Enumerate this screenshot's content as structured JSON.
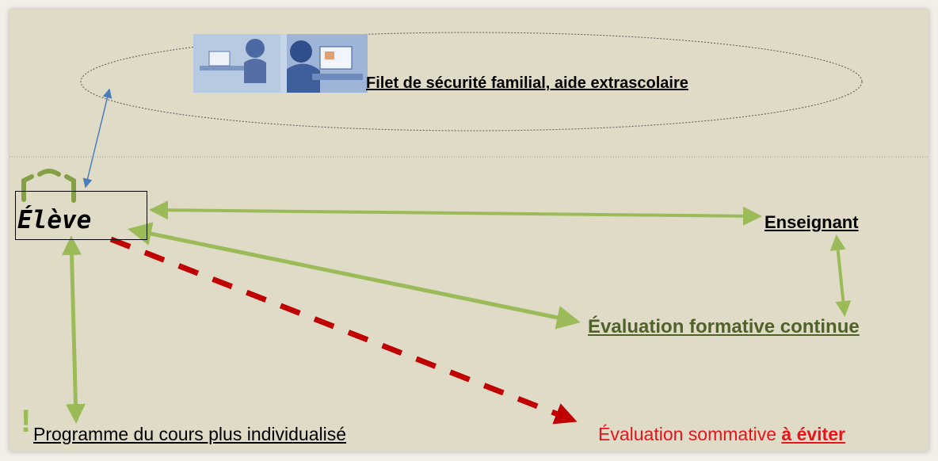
{
  "labels": {
    "eleve": "Élève",
    "filet": "Filet de sécurité familial, aide extrascolaire",
    "enseignant": "Enseignant",
    "formative": "Évaluation formative continue",
    "programme": "Programme du cours plus individualisé",
    "programme_mark": "!",
    "sommative": "Évaluation sommative ",
    "sommative_emphasis": "à éviter"
  },
  "colors": {
    "green_arrow": "#9bbb59",
    "red_dashed_arrow": "#c00000",
    "blue_arrow": "#4a7ebb",
    "formative_text": "#4f6228",
    "sommative_text": "#e8141b",
    "background": "#dfdbc7"
  }
}
